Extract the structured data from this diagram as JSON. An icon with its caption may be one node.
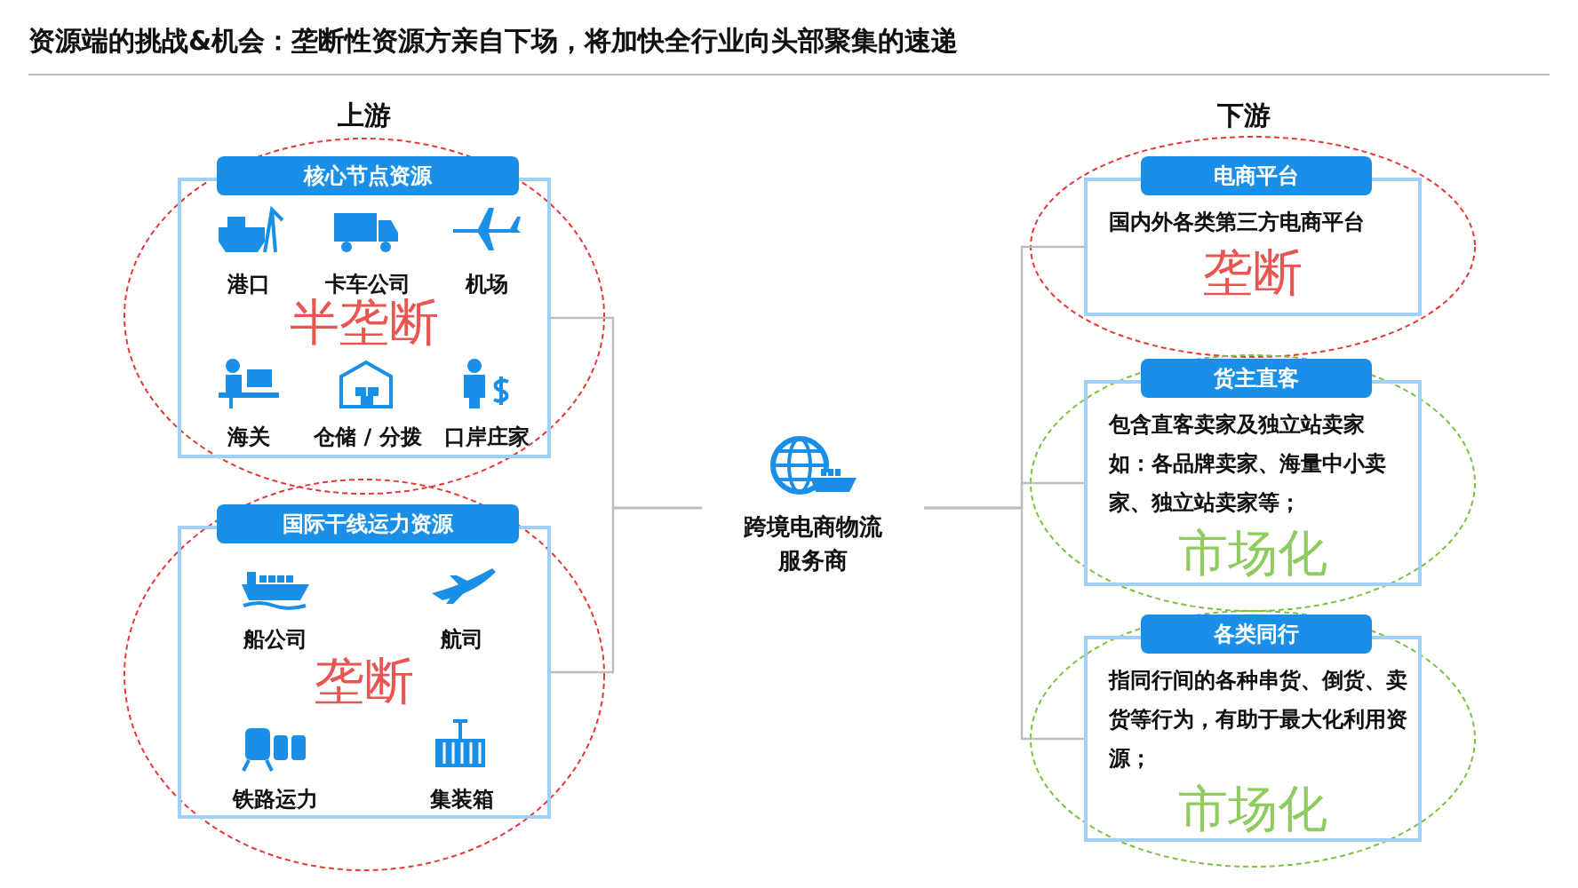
{
  "diagram": {
    "title": "资源端的挑战&机会：垄断性资源方亲自下场，将加快全行业向头部聚集的速递",
    "nodes": [
      {
        "text": [
          "核心节点资源",
          "半垄断"
        ]
      },
      {
        "text": [
          "港口"
        ],
        "in": 0
      },
      {
        "text": [
          "卡车公司"
        ],
        "in": 0
      },
      {
        "text": [
          "机场"
        ],
        "in": 0
      },
      {
        "text": [
          "海关"
        ],
        "in": 0
      },
      {
        "text": [
          "仓储 / 分拨"
        ],
        "in": 0
      },
      {
        "text": [
          "口岸庄家"
        ],
        "in": 0
      },
      {
        "text": [
          "国际干线运力资源",
          "垄断"
        ]
      },
      {
        "text": [
          "船公司"
        ],
        "in": 7
      },
      {
        "text": [
          "航司"
        ],
        "in": 7
      },
      {
        "text": [
          "铁路运力"
        ],
        "in": 7
      },
      {
        "text": [
          "集装箱"
        ],
        "in": 7
      },
      {
        "text": [
          "跨境电商物流服务商"
        ]
      },
      {
        "text": [
          "电商平台",
          "国内外各类第三方电商平台",
          "垄断"
        ]
      },
      {
        "text": [
          "货主直客",
          "包含直客卖家及独立站卖家",
          "如：各品牌卖家、海量中小卖家、独立站卖家等；",
          "市场化"
        ]
      },
      {
        "text": [
          "各类同行",
          "指同行间的各种串货、倒货、卖货等行为，有助于最大化利用资源；",
          "市场化"
        ]
      }
    ],
    "edges": [
      {
        "from": 0,
        "to": 12,
        "arrow": "none"
      },
      {
        "from": 7,
        "to": 12,
        "arrow": "none"
      },
      {
        "from": 12,
        "to": 13,
        "arrow": "none"
      },
      {
        "from": 12,
        "to": 14,
        "arrow": "none"
      },
      {
        "from": 12,
        "to": 15,
        "arrow": "none"
      }
    ],
    "labels": [
      "上游",
      "下游"
    ]
  }
}
